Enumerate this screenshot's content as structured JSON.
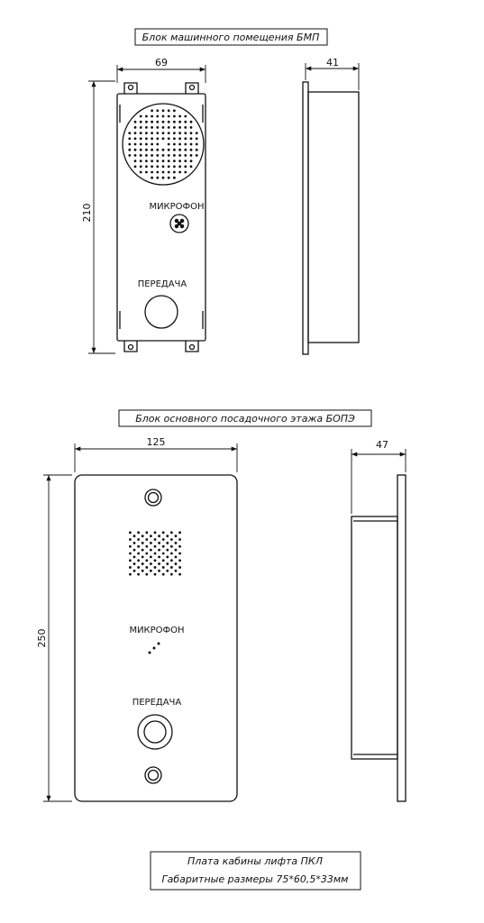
{
  "block1": {
    "title": "Блок машинного помещения БМП",
    "width_dim": "69",
    "depth_dim": "41",
    "height_dim": "210",
    "mic_label": "МИКРОФОН",
    "tx_label": "ПЕРЕДАЧА"
  },
  "block2": {
    "title": "Блок основного посадочного этажа БОПЭ",
    "width_dim": "125",
    "depth_dim": "47",
    "height_dim": "250",
    "mic_label": "МИКРОФОН",
    "tx_label": "ПЕРЕДАЧА"
  },
  "board": {
    "line1": "Плата кабины лифта ПКЛ",
    "line2": "Габаритные размеры 75*60,5*33мм"
  }
}
